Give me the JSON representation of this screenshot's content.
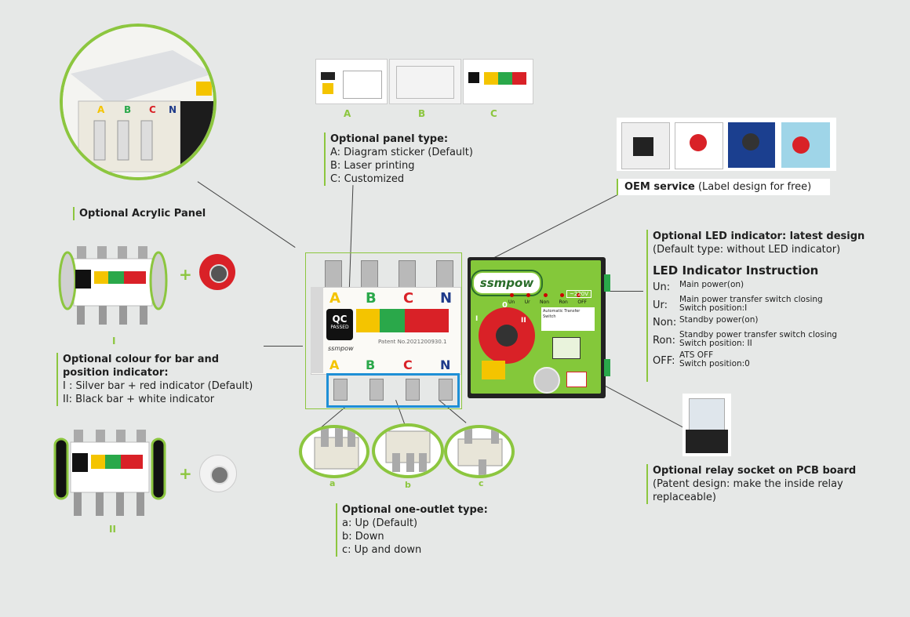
{
  "acrylic": {
    "title": "Optional Acrylic Panel"
  },
  "panel_type": {
    "title": "Optional panel type:",
    "labels": [
      "A",
      "B",
      "C"
    ],
    "items": [
      "A: Diagram sticker (Default)",
      "B: Laser printing",
      "C: Customized"
    ]
  },
  "oem": {
    "title": "OEM service",
    "note": " (Label design for free)"
  },
  "led": {
    "title": "Optional LED indicator: latest design",
    "note": "(Default type: without LED indicator)",
    "heading": "LED Indicator Instruction",
    "rows": [
      {
        "key": "Un:",
        "l1": "Main power(on)",
        "l2": ""
      },
      {
        "key": "Ur:",
        "l1": "Main power transfer switch closing",
        "l2": "Switch position:I"
      },
      {
        "key": "Non:",
        "l1": "Standby power(on)",
        "l2": ""
      },
      {
        "key": "Ron:",
        "l1": "Standby power transfer switch closing",
        "l2": "Switch position: II"
      },
      {
        "key": "OFF:",
        "l1": "ATS OFF",
        "l2": "Switch position:0"
      }
    ]
  },
  "colour": {
    "title1": "Optional colour for bar and",
    "title2": "position indicator:",
    "item1": "I : Silver bar + red indicator (Default)",
    "item2": "II: Black bar + white indicator",
    "mark1": "I",
    "mark2": "II"
  },
  "outlet": {
    "title": "Optional one-outlet type:",
    "items": [
      "a: Up (Default)",
      "b: Down",
      "c: Up and down"
    ],
    "labels": [
      "a",
      "b",
      "c"
    ]
  },
  "relay": {
    "title": "Optional relay socket on PCB board",
    "l1": " (Patent design: make the inside relay",
    "l2": "replaceable)"
  },
  "device": {
    "phases": [
      "A",
      "B",
      "C",
      "N"
    ],
    "brand": "ssmpow",
    "qc": "QC",
    "qc_sub": "PASSED",
    "patent": "Patent No.2021200930.1",
    "led_labels": [
      "Un",
      "Ur",
      "Non",
      "Ron",
      "OFF"
    ],
    "voltage": "~220V",
    "ctrl_title": "Automatic Transfer Switch",
    "pos0": "0",
    "pos1": "I",
    "pos2": "II"
  },
  "colors": {
    "accent": "#8cc63f",
    "red": "#d92127",
    "yellow": "#f4c400",
    "green_bar": "#2aa84a",
    "blue": "#1e8fd6"
  }
}
